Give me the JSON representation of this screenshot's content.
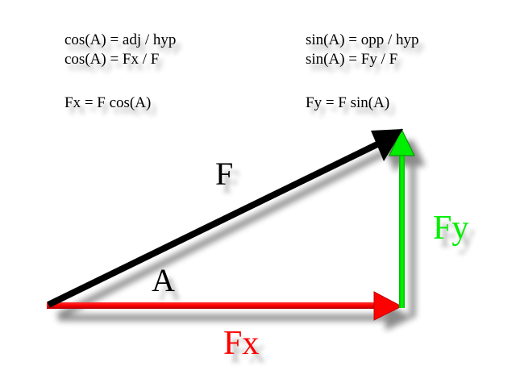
{
  "formulas": {
    "cos_def": "cos(A) = adj / hyp",
    "cos_sub": "cos(A) = Fx / F",
    "fx_eq": "Fx = F cos(A)",
    "sin_def": "sin(A) = opp / hyp",
    "sin_sub": "sin(A) = Fy / F",
    "fy_eq": "Fy = F sin(A)"
  },
  "labels": {
    "force": "F",
    "angle": "A",
    "fx": "Fx",
    "fy": "Fy"
  },
  "colors": {
    "force": "#000000",
    "fx": "#ff0000",
    "fy": "#00ee00",
    "background": "#ffffff"
  }
}
